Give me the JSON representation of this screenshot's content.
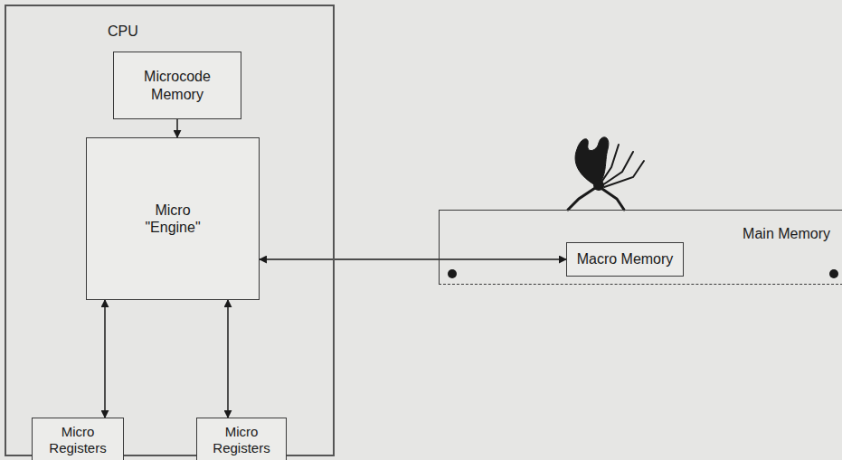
{
  "diagram": {
    "nodes": [
      {
        "text": [
          "CPU"
        ]
      },
      {
        "text": [
          "Microcode Memory"
        ],
        "in": 0
      },
      {
        "text": [
          "Micro \"Engine\""
        ],
        "in": 0
      },
      {
        "text": [
          "Micro Registers"
        ],
        "in": 0
      },
      {
        "text": [
          "Micro Registers"
        ],
        "in": 0
      },
      {
        "text": [
          "Main Memory"
        ]
      },
      {
        "text": [
          "Macro Memory"
        ],
        "in": 5
      }
    ],
    "edges": [
      {
        "from": 1,
        "to": 2,
        "arrow": "to"
      },
      {
        "from": 2,
        "to": 6,
        "arrow": "both"
      },
      {
        "from": 2,
        "to": 3,
        "arrow": "both"
      },
      {
        "from": 2,
        "to": 4,
        "arrow": "both"
      }
    ]
  }
}
